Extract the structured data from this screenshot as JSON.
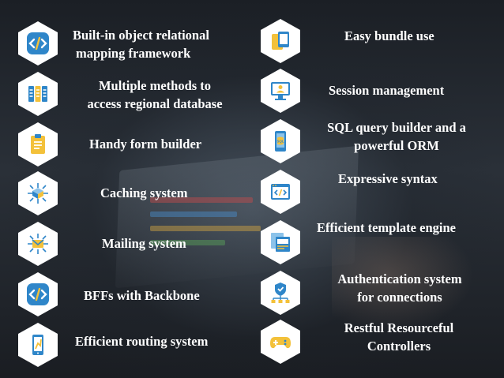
{
  "left_features": [
    {
      "line1": "Built-in object relational",
      "line2": "mapping framework",
      "icon": "code-icon"
    },
    {
      "line1": "Multiple methods to",
      "line2": "access regional database",
      "icon": "server-icon"
    },
    {
      "line1": "Handy form builder",
      "line2": "",
      "icon": "clipboard-icon"
    },
    {
      "line1": "Caching system",
      "line2": "",
      "icon": "cache-network-icon"
    },
    {
      "line1": "Mailing system",
      "line2": "",
      "icon": "mail-network-icon"
    },
    {
      "line1": "BFFs with Backbone",
      "line2": "",
      "icon": "code-icon"
    },
    {
      "line1": "Efficient  routing system",
      "line2": "",
      "icon": "mobile-route-icon"
    }
  ],
  "right_features": [
    {
      "line1": "Easy bundle use",
      "line2": "",
      "icon": "devices-icon"
    },
    {
      "line1": "Session management",
      "line2": "",
      "icon": "monitor-user-icon"
    },
    {
      "line1": "SQL query builder and a",
      "line2": "powerful ORM",
      "icon": "sql-mobile-icon"
    },
    {
      "line1": "Expressive syntax",
      "line2": "",
      "icon": "browser-code-icon"
    },
    {
      "line1": "Efficient template engine",
      "line2": "",
      "icon": "template-icon"
    },
    {
      "line1": "Authentication system",
      "line2": "for connections",
      "icon": "shield-network-icon"
    },
    {
      "line1": "Restful Resourceful",
      "line2": "Controllers",
      "icon": "gamepad-icon"
    }
  ],
  "sql_badge": "SQL",
  "colors": {
    "accent": "#2f86c9",
    "accent_light": "#8cc3ea",
    "accent_yellow": "#f3c13a",
    "text": "#ffffff"
  }
}
